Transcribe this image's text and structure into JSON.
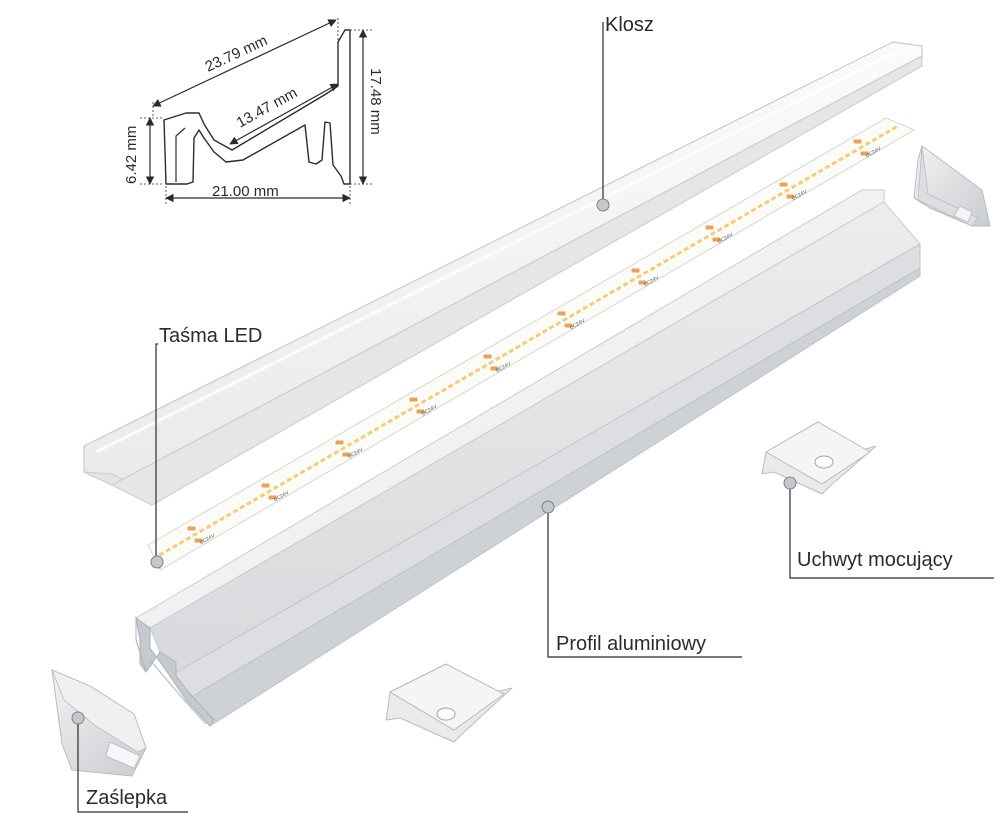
{
  "dimensions": {
    "diagonal": "23.79 mm",
    "inner": "13.47 mm",
    "height_left": "6.42 mm",
    "height_right": "17.48 mm",
    "width_bottom": "21.00 mm"
  },
  "callouts": {
    "klosz": "Klosz",
    "tasma_led": "Taśma LED",
    "uchwyt": "Uchwyt mocujący",
    "profil": "Profil aluminiowy",
    "zaslepka": "Zaślepka"
  },
  "strip_marking": "DC24V",
  "colors": {
    "ink": "#2b2b2b",
    "aluminium_light": "#e6e7e9",
    "aluminium_mid": "#cfd1d4",
    "aluminium_dark": "#b9bcc0",
    "diffuser": "#f3f4f6",
    "pcb": "#fbfbf7",
    "led_warm": "#f2ce7a",
    "pad_orange": "#e8a25a"
  }
}
